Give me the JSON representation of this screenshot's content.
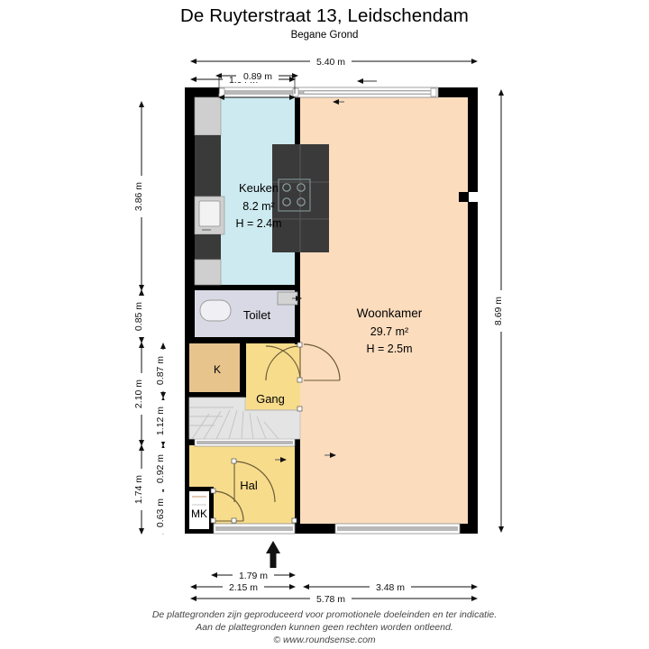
{
  "header": {
    "title": "De Ruyterstraat 13, Leidschendam",
    "subtitle": "Begane Grond"
  },
  "footer": {
    "line1": "De plattegronden zijn geproduceerd voor promotionele doeleinden en ter indicatie.",
    "line2": "Aan de plattegronden kunnen geen rechten worden ontleend.",
    "line3": "© www.roundsense.com"
  },
  "rooms": [
    {
      "id": "keuken",
      "name": "Keuken",
      "area": "8.2 m²",
      "height": "H = 2.4m",
      "color": "#cdeaf0"
    },
    {
      "id": "woonkamer",
      "name": "Woonkamer",
      "area": "29.7 m²",
      "height": "H = 2.5m",
      "color": "#fbdcbd"
    },
    {
      "id": "toilet",
      "name": "Toilet",
      "area": "",
      "height": "",
      "color": "#d9d9e6"
    },
    {
      "id": "kast",
      "name": "K",
      "area": "",
      "height": "",
      "color": "#e6c48c"
    },
    {
      "id": "gang",
      "name": "Gang",
      "area": "",
      "height": "",
      "color": "#f7dc8c"
    },
    {
      "id": "hal",
      "name": "Hal",
      "area": "",
      "height": "",
      "color": "#f7dc8c"
    },
    {
      "id": "meterkast",
      "name": "MK",
      "area": "",
      "height": "",
      "color": "#ffffff"
    }
  ],
  "dimensions": {
    "top": [
      {
        "label": "5.40 m",
        "id": "top-overall"
      },
      {
        "label": "1.94 m",
        "id": "top-kitchen-wall"
      },
      {
        "label": "0.89 m",
        "id": "top-window"
      }
    ],
    "left_outer": [
      {
        "label": "3.86 m",
        "id": "left-keuken"
      },
      {
        "label": "0.85 m",
        "id": "left-toilet"
      },
      {
        "label": "2.10 m",
        "id": "left-trap"
      },
      {
        "label": "1.74 m",
        "id": "left-hal"
      }
    ],
    "left_inner": [
      {
        "label": "0.87 m",
        "id": "inner-kast"
      },
      {
        "label": "1.12 m",
        "id": "inner-trap"
      },
      {
        "label": "0.92 m",
        "id": "inner-hal-upper"
      },
      {
        "label": "0.63 m",
        "id": "inner-mk"
      }
    ],
    "right": [
      {
        "label": "8.69 m",
        "id": "right-overall"
      }
    ],
    "bottom": [
      {
        "label": "1.79 m",
        "id": "bottom-entry"
      },
      {
        "label": "2.15 m",
        "id": "bottom-hal"
      },
      {
        "label": "3.48 m",
        "id": "bottom-woonkamer"
      },
      {
        "label": "5.78 m",
        "id": "bottom-overall"
      }
    ]
  },
  "icons": {
    "entrance_arrow": "up-arrow-icon",
    "hob": "cooktop-icon",
    "sink": "sink-icon",
    "toilet_fixture": "toilet-icon",
    "stairs": "staircase-icon"
  },
  "colors": {
    "wall": "#000000",
    "keuken": "#cdeaf0",
    "woonkamer": "#fbdcbd",
    "toilet": "#d9d9e6",
    "kast": "#e6c48c",
    "gang": "#f7dc8c",
    "hal": "#f7dc8c",
    "counter": "#3a3a3a",
    "counter_light": "#cfcfcf",
    "window": "#b8b8b8",
    "stairs": "#e4e4e4"
  }
}
